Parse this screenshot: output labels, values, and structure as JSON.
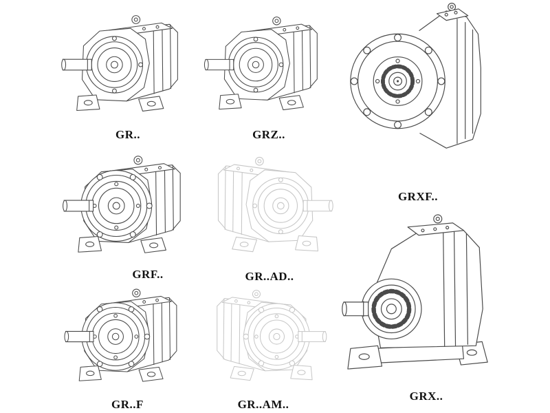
{
  "page": {
    "background": "#ffffff"
  },
  "colors": {
    "line": "#4a4a4a",
    "faded_line": "#c6c6c6",
    "label": "#111111"
  },
  "models": [
    {
      "id": "gr",
      "label": "GR..",
      "rendering": "solid",
      "drawing": "helical-gearbox-foot-mounted"
    },
    {
      "id": "grz",
      "label": "GRZ..",
      "rendering": "solid",
      "drawing": "helical-gearbox-foot-mounted"
    },
    {
      "id": "grxf",
      "label": "GRXF..",
      "rendering": "solid",
      "drawing": "helical-gearbox-large-front-flange"
    },
    {
      "id": "grf",
      "label": "GRF..",
      "rendering": "solid",
      "drawing": "helical-gearbox-flange-and-foot"
    },
    {
      "id": "gr-ad",
      "label": "GR..AD..",
      "rendering": "faded",
      "drawing": "helical-gearbox-input-adapter"
    },
    {
      "id": "gr-f",
      "label": "GR..F",
      "rendering": "solid",
      "drawing": "helical-gearbox-flange-and-foot"
    },
    {
      "id": "gr-am",
      "label": "GR..AM..",
      "rendering": "faded",
      "drawing": "helical-gearbox-motor-adapter-flange"
    },
    {
      "id": "grx",
      "label": "GRX..",
      "rendering": "solid",
      "drawing": "helical-gearbox-large-foot-mounted"
    }
  ]
}
